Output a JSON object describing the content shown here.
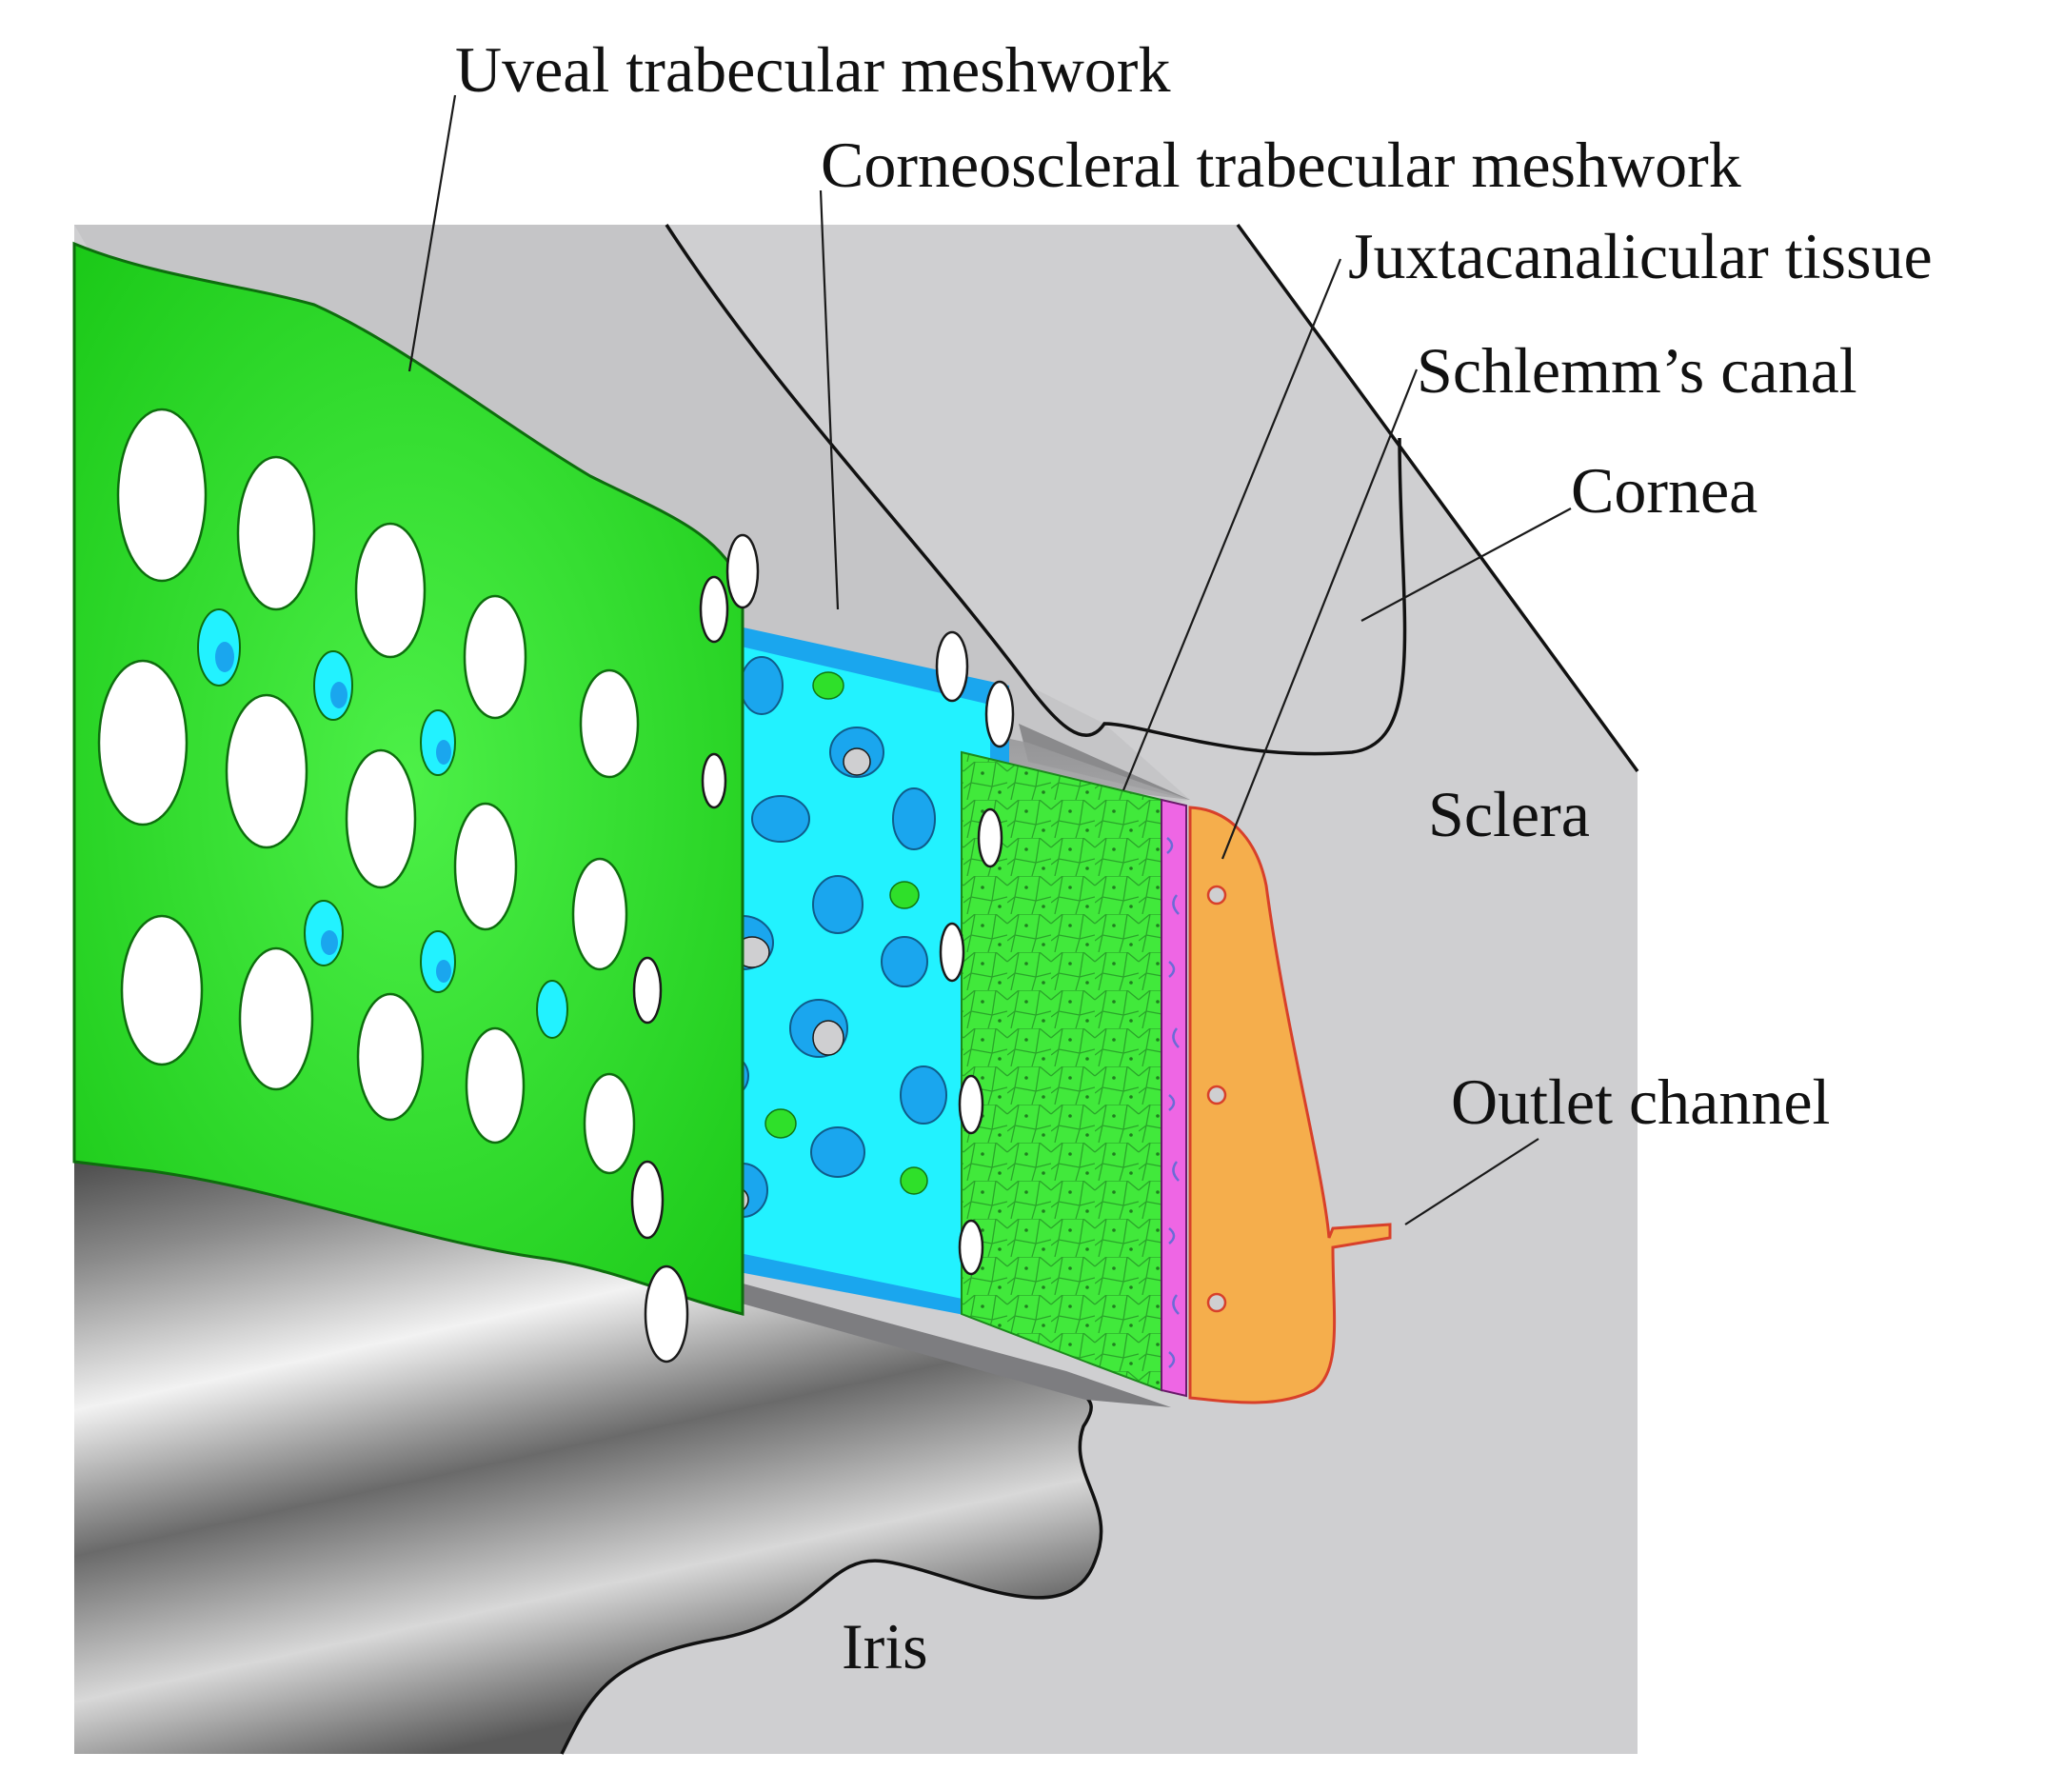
{
  "labels": {
    "uveal": "Uveal trabecular meshwork",
    "corneoscleral": "Corneoscleral trabecular meshwork",
    "juxtacanalicular": "Juxtacanalicular tissue",
    "schlemm": "Schlemm’s canal",
    "cornea": "Cornea",
    "sclera": "Sclera",
    "outlet": "Outlet channel",
    "iris": "Iris"
  },
  "colors": {
    "background": "#ffffff",
    "tissue_gray": "#cfcfd1",
    "uveal_green": "#22e61e",
    "corneoscleral_cyan": "#22f2ff",
    "corneoscleral_blue": "#1aa6ee",
    "juxta_green": "#3fe83a",
    "inner_wall_pink": "#ee66e4",
    "schlemm_orange": "#f5ae4c",
    "schlemm_edge": "#d8402a",
    "outline": "#111111"
  }
}
